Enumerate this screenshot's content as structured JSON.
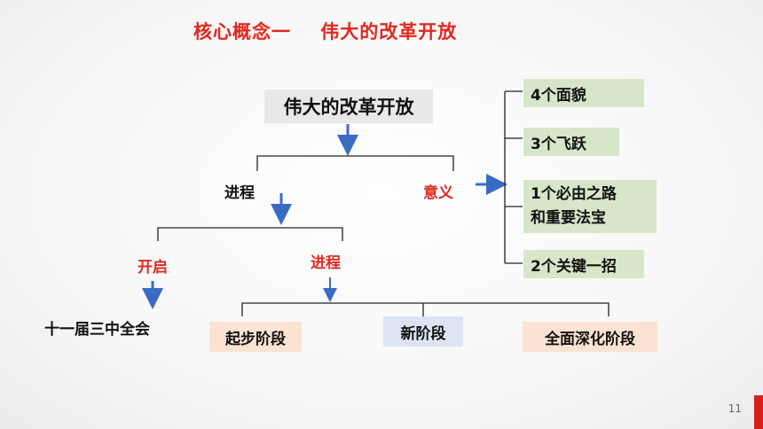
{
  "title": "核心概念一    伟大的改革开放",
  "root": "伟大的改革开放",
  "level1": {
    "left": "进程",
    "right": "意义"
  },
  "level2": {
    "left": "开启",
    "right": "进程"
  },
  "start_event": "十一届三中全会",
  "stages": [
    "起步阶段",
    "新阶段",
    "全面深化阶段"
  ],
  "significance": [
    "4个面貌",
    "3个飞跃",
    "1个必由之路\n和重要法宝",
    "2个关键一招"
  ],
  "page_number": "11",
  "colors": {
    "accent_red": "#e0281f",
    "green_box": "#d7e6c8",
    "peach_box": "#fbe3d3",
    "blue_box": "#dde3f3",
    "arrow_blue": "#3a6bc4"
  }
}
